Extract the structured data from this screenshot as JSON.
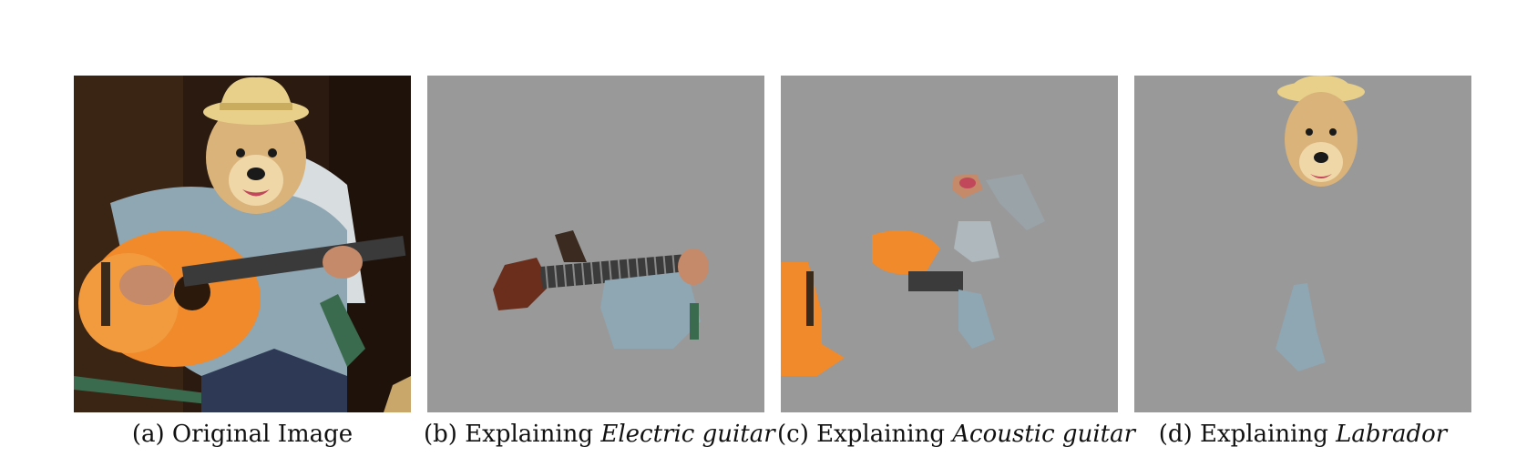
{
  "figure": {
    "panels": [
      {
        "label": "(a) Original Image",
        "prefix": "",
        "emph": ""
      },
      {
        "label": "(b)",
        "prefix": "Explaining",
        "emph": "Electric guitar"
      },
      {
        "label": "(c)",
        "prefix": "Explaining",
        "emph": "Acoustic guitar"
      },
      {
        "label": "(d)",
        "prefix": "Explaining",
        "emph": "Labrador"
      }
    ]
  },
  "colors": {
    "mask_gray": "#999999",
    "guitar_orange": "#f08a2a",
    "shirt_blue": "#8fa6b3",
    "fur_gold": "#d9b37a",
    "hat_straw": "#e8d08a",
    "background_dark": "#2a1a10"
  }
}
